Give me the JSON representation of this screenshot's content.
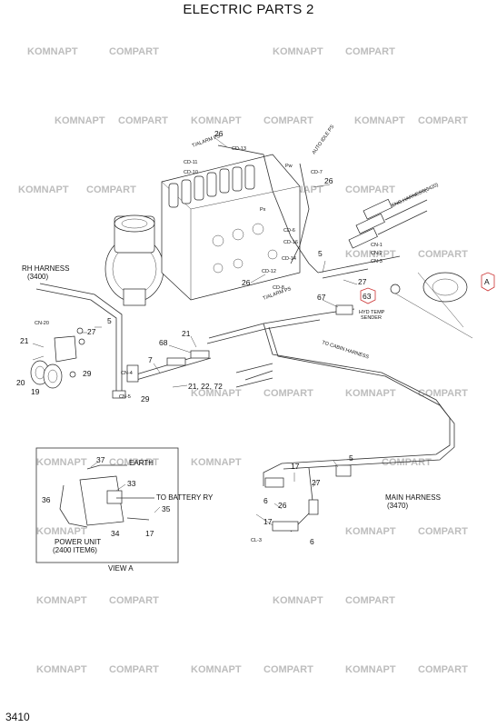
{
  "title": "ELECTRIC PARTS 2",
  "page_number": "3410",
  "watermark": {
    "text_a": "KOMNAPT",
    "text_b": "COMPART"
  },
  "labels": {
    "rh_harness": "RH HARNESS",
    "rh_harness_ref": "(3400)",
    "eng_harness": "ENG.HARNESS(3420)",
    "auto_idle_ps": "AUTO IDLE PS",
    "t_alarm_ps_top": "T/ALARM PS",
    "t_alarm_ps_bottom": "T/ALARM PS",
    "to_cabin_harness": "TO CABIN HARNESS",
    "hyd_temp_sender_1": "HYD TEMP",
    "hyd_temp_sender_2": "SENDER",
    "main_harness": "MAIN HARNESS",
    "main_harness_ref": "(3470)",
    "earth": "EARTH",
    "to_battery_ry": "TO BATTERY RY",
    "power_unit": "POWER UNIT",
    "power_unit_ref": "(2400 ITEM6)",
    "view_a": "VIEW A",
    "detail_a": "A"
  },
  "connectors": {
    "cd13": "CD-13",
    "cd11": "CD-11",
    "cd10": "CD-10",
    "cd7": "CD-7",
    "cd6": "CD-6",
    "cd12": "CD-12",
    "cd14": "CD-14",
    "cd16": "CD-16",
    "cd8": "CD-8",
    "cn1": "CN-1",
    "cn2": "CN-2",
    "cn3": "CN-3",
    "cn4": "CN-4",
    "cn5": "CN-5",
    "cn20": "CN-20",
    "cl3": "CL-3",
    "pw": "Pw",
    "px": "Px"
  },
  "callouts": {
    "c26a": "26",
    "c26b": "26",
    "c26c": "26",
    "c26d": "26",
    "c5a": "5",
    "c5b": "5",
    "c5c": "5",
    "c27a": "27",
    "c27b": "27",
    "c27c": "27",
    "c67": "67",
    "c63": "63",
    "c68": "68",
    "c21a": "21",
    "c21b": "21",
    "c21list": "21, 22, 72",
    "c7": "7",
    "c29a": "29",
    "c29b": "29",
    "c20": "20",
    "c19": "19",
    "c17a": "17",
    "c17b": "17",
    "c17c": "17",
    "c6a": "6",
    "c6b": "6",
    "c37": "37",
    "c33": "33",
    "c36": "36",
    "c34": "34",
    "c35": "35"
  }
}
